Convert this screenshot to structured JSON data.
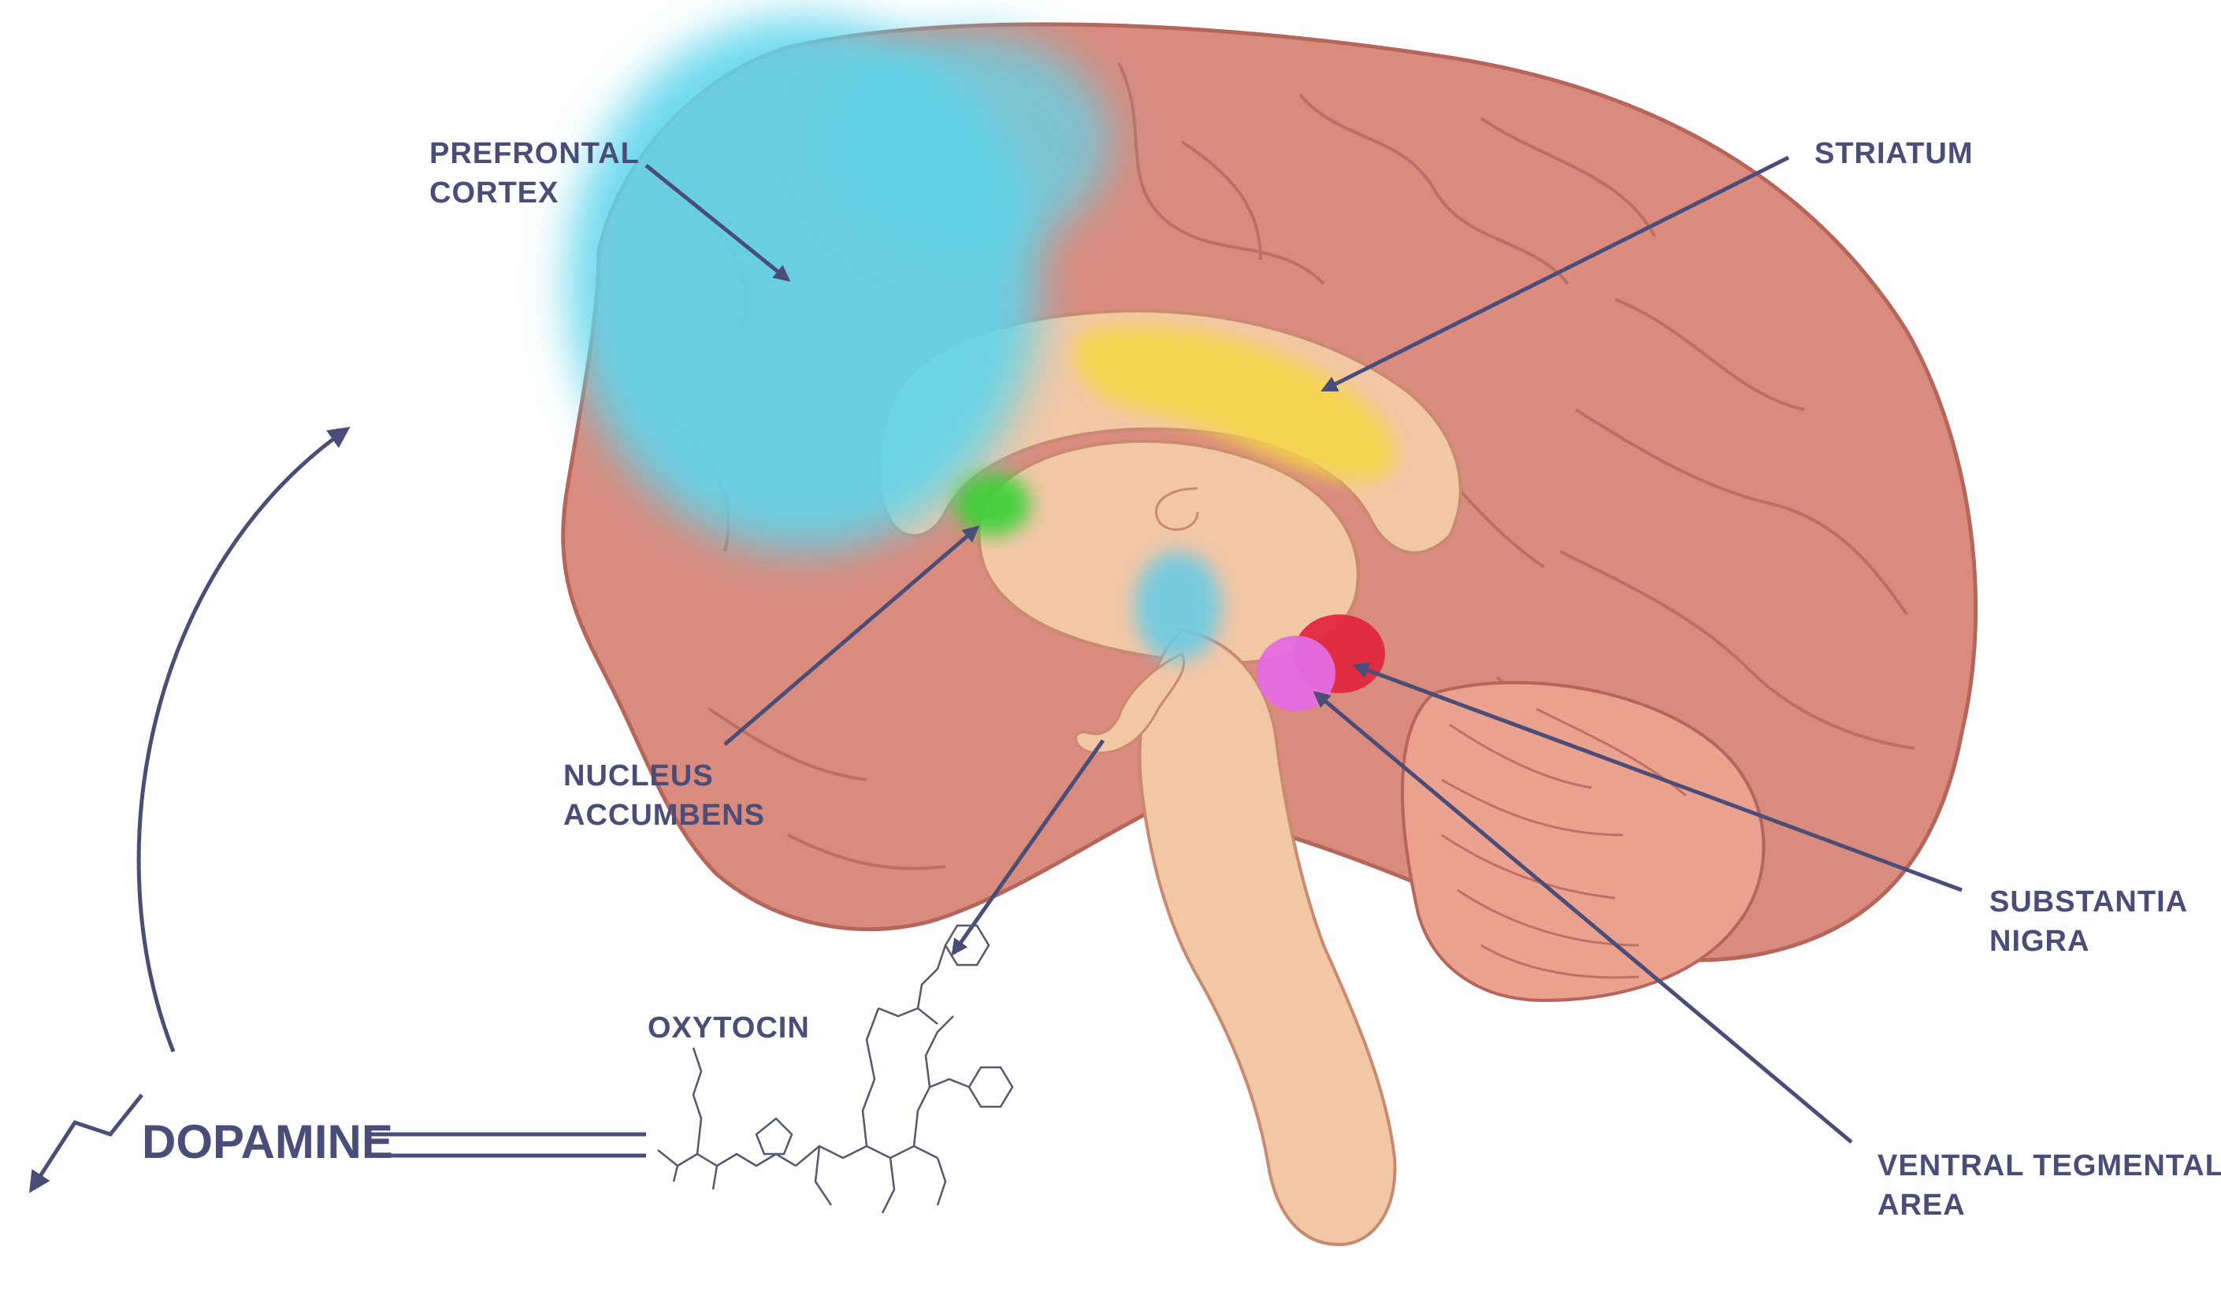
{
  "labels": {
    "prefrontal_cortex": [
      "PREFRONTAL",
      "CORTEX"
    ],
    "striatum": [
      "STRIATUM"
    ],
    "nucleus_accumbens": [
      "NUCLEUS",
      "ACCUMBENS"
    ],
    "substantia_nigra": [
      "SUBSTANTIA",
      "NIGRA"
    ],
    "ventral_tegmental_area": [
      "VENTRAL TEGMENTAL",
      "AREA"
    ],
    "oxytocin": "OXYTOCIN",
    "dopamine": "DOPAMINE"
  },
  "colors": {
    "label_text": "#4a4d78",
    "arrow": "#4a4d78",
    "cortex": "#d98b7e",
    "cortex_outline": "#b5655a",
    "inner_tissue": "#f1c7a6",
    "prefrontal_region": "#5fd6ec",
    "striatum_region": "#f6d64a",
    "nucleus_accumbens_region": "#3fd23a",
    "substantia_nigra_region": "#e0283f",
    "ventral_tegmental_region": "#e36ce0",
    "ventricle": "#6ccbe4",
    "cerebellum": "#eaa18e"
  }
}
